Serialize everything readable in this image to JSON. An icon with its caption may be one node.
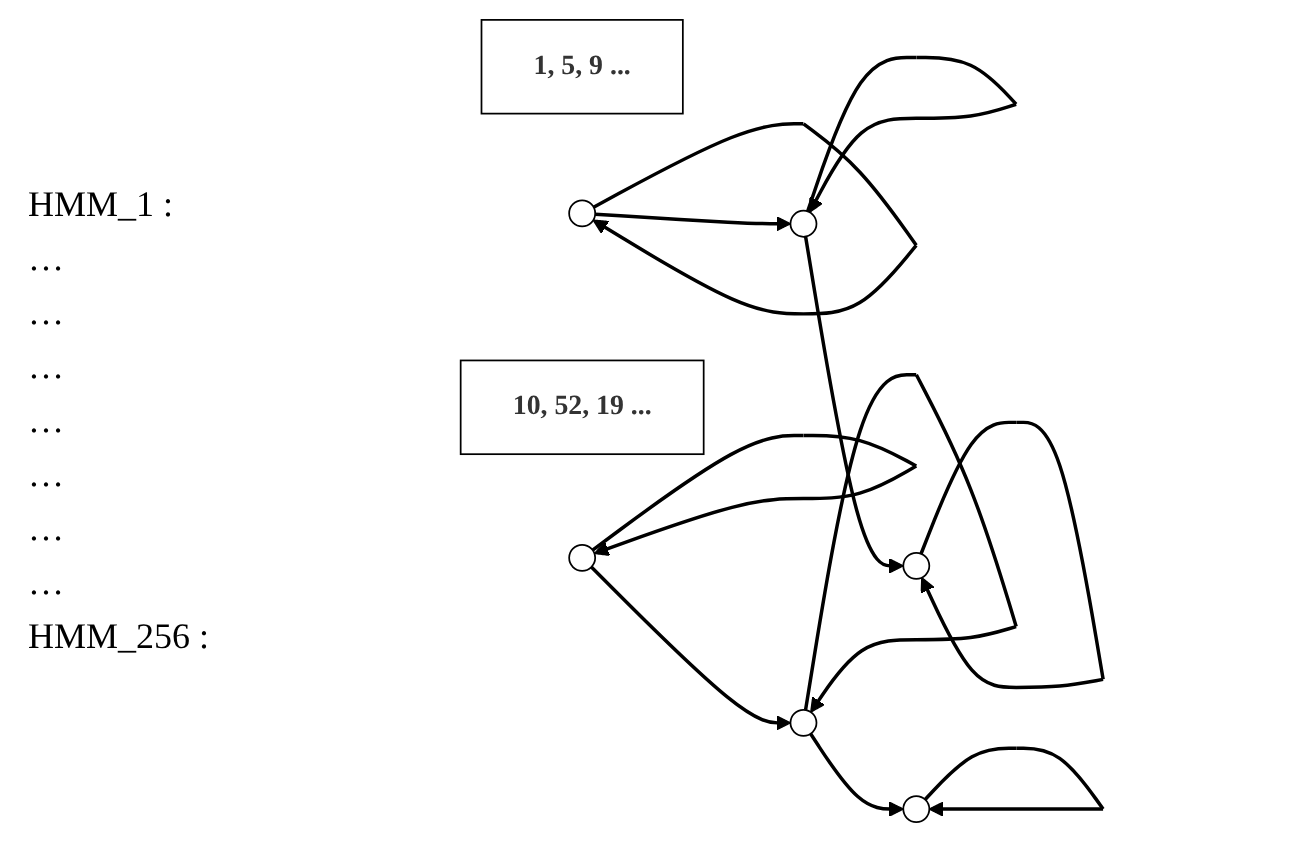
{
  "diagram": {
    "nodes": [
      {
        "text": [
          "1, 5, 9 ..."
        ]
      },
      {
        "text": [],
        "shape": "circle"
      },
      {
        "text": [],
        "shape": "circle"
      },
      {
        "text": [],
        "shape": "circle"
      },
      {
        "text": [
          "10, 52, 19 ..."
        ]
      },
      {
        "text": [],
        "shape": "circle"
      },
      {
        "text": [],
        "shape": "circle"
      },
      {
        "text": [],
        "shape": "circle"
      }
    ],
    "edges": [
      {
        "from": 1,
        "to": 1,
        "arrow": "to"
      },
      {
        "from": 2,
        "to": 2,
        "arrow": "to"
      },
      {
        "from": 3,
        "to": 3,
        "arrow": "to"
      },
      {
        "from": 1,
        "to": 2,
        "arrow": "to"
      },
      {
        "from": 2,
        "to": 3,
        "arrow": "to"
      },
      {
        "from": 5,
        "to": 5,
        "arrow": "to"
      },
      {
        "from": 6,
        "to": 6,
        "arrow": "to"
      },
      {
        "from": 7,
        "to": 7,
        "arrow": "to"
      },
      {
        "from": 5,
        "to": 6,
        "arrow": "to"
      },
      {
        "from": 6,
        "to": 7,
        "arrow": "to"
      }
    ],
    "labels": [
      "HMM_1 :",
      "…",
      "…",
      "…",
      "…",
      "…",
      "…",
      "…",
      "HMM_256 :"
    ]
  }
}
